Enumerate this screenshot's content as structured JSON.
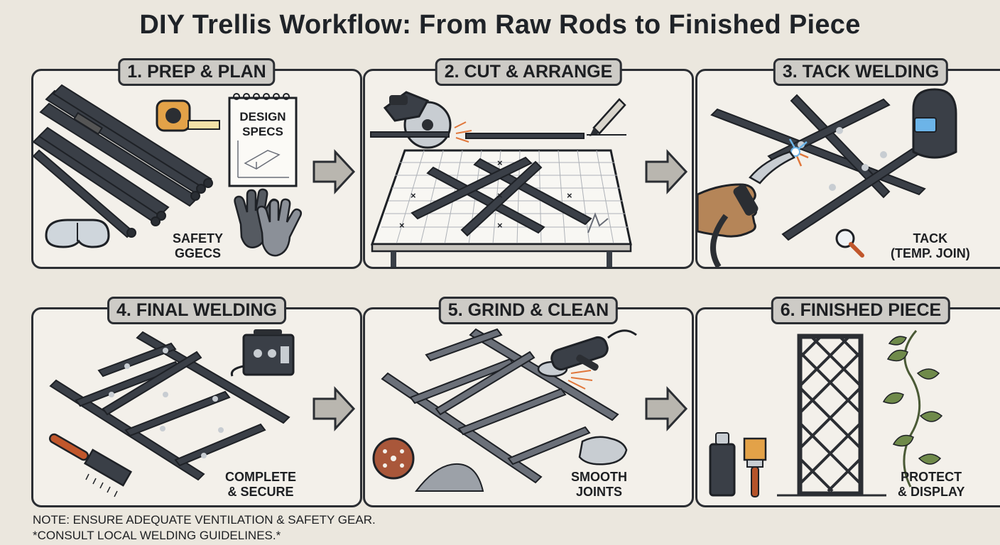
{
  "title": "DIY Trellis Workflow: From Raw Rods to Finished Piece",
  "steps": [
    {
      "label": "1. PREP & PLAN",
      "caption_line1": "SAFETY",
      "caption_line2": "GGECS",
      "doc_line1": "DESIGN",
      "doc_line2": "SPECS"
    },
    {
      "label": "2. CUT & ARRANGE"
    },
    {
      "label": "3. TACK WELDING",
      "caption_line1": "TACK",
      "caption_line2": "(TEMP. JOIN)"
    },
    {
      "label": "4. FINAL WELDING",
      "caption_line1": "COMPLETE",
      "caption_line2": "& SECURE"
    },
    {
      "label": "5. GRIND & CLEAN",
      "caption_line1": "SMOOTH",
      "caption_line2": "JOINTS"
    },
    {
      "label": "6. FINISHED PIECE",
      "caption_line1": "PROTECT",
      "caption_line2": "& DISPLAY"
    }
  ],
  "note_line1": "NOTE: ENSURE ADEQUATE VENTILATION & SAFETY GEAR.",
  "note_line2": "*CONSULT LOCAL WELDING GUIDELINES.*",
  "colors": {
    "steel": "#3a3f47",
    "outline": "#2b2e33",
    "accent_orange": "#e0763a",
    "spark_blue": "#6cb4e8",
    "leaf_green": "#6f8a4a"
  }
}
